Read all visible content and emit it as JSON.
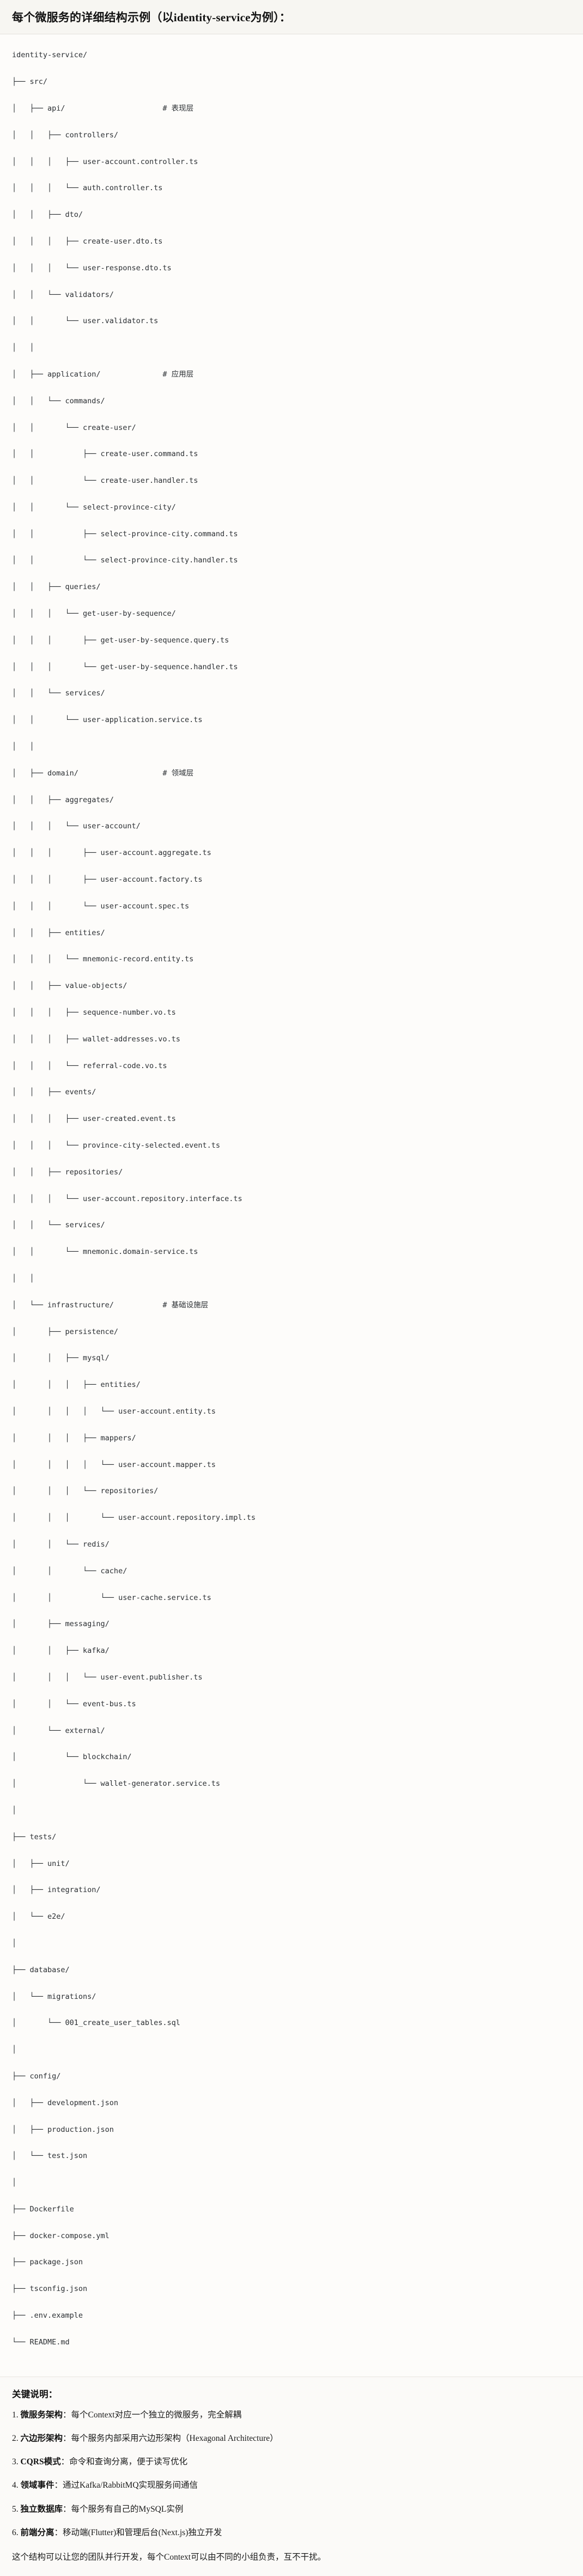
{
  "header": {
    "title": "每个微服务的详细结构示例（以identity-service为例）："
  },
  "tree": {
    "root_label": "identity-service/",
    "lines": [
      {
        "path": "identity-service/",
        "comment": ""
      },
      {
        "path": "├── src/",
        "comment": ""
      },
      {
        "path": "│   ├── api/",
        "comment": "# 表现层"
      },
      {
        "path": "│   │   ├── controllers/",
        "comment": ""
      },
      {
        "path": "│   │   │   ├── user-account.controller.ts",
        "comment": ""
      },
      {
        "path": "│   │   │   └── auth.controller.ts",
        "comment": ""
      },
      {
        "path": "│   │   ├── dto/",
        "comment": ""
      },
      {
        "path": "│   │   │   ├── create-user.dto.ts",
        "comment": ""
      },
      {
        "path": "│   │   │   └── user-response.dto.ts",
        "comment": ""
      },
      {
        "path": "│   │   └── validators/",
        "comment": ""
      },
      {
        "path": "│   │       └── user.validator.ts",
        "comment": ""
      },
      {
        "path": "│   │",
        "comment": ""
      },
      {
        "path": "│   ├── application/",
        "comment": "# 应用层"
      },
      {
        "path": "│   │   └── commands/",
        "comment": ""
      },
      {
        "path": "│   │       └── create-user/",
        "comment": ""
      },
      {
        "path": "│   │           ├── create-user.command.ts",
        "comment": ""
      },
      {
        "path": "│   │           └── create-user.handler.ts",
        "comment": ""
      },
      {
        "path": "│   │       └── select-province-city/",
        "comment": ""
      },
      {
        "path": "│   │           ├── select-province-city.command.ts",
        "comment": ""
      },
      {
        "path": "│   │           └── select-province-city.handler.ts",
        "comment": ""
      },
      {
        "path": "│   │   ├── queries/",
        "comment": ""
      },
      {
        "path": "│   │   │   └── get-user-by-sequence/",
        "comment": ""
      },
      {
        "path": "│   │   │       ├── get-user-by-sequence.query.ts",
        "comment": ""
      },
      {
        "path": "│   │   │       └── get-user-by-sequence.handler.ts",
        "comment": ""
      },
      {
        "path": "│   │   └── services/",
        "comment": ""
      },
      {
        "path": "│   │       └── user-application.service.ts",
        "comment": ""
      },
      {
        "path": "│   │",
        "comment": ""
      },
      {
        "path": "│   ├── domain/",
        "comment": "# 领域层"
      },
      {
        "path": "│   │   ├── aggregates/",
        "comment": ""
      },
      {
        "path": "│   │   │   └── user-account/",
        "comment": ""
      },
      {
        "path": "│   │   │       ├── user-account.aggregate.ts",
        "comment": ""
      },
      {
        "path": "│   │   │       ├── user-account.factory.ts",
        "comment": ""
      },
      {
        "path": "│   │   │       └── user-account.spec.ts",
        "comment": ""
      },
      {
        "path": "│   │   ├── entities/",
        "comment": ""
      },
      {
        "path": "│   │   │   └── mnemonic-record.entity.ts",
        "comment": ""
      },
      {
        "path": "│   │   ├── value-objects/",
        "comment": ""
      },
      {
        "path": "│   │   │   ├── sequence-number.vo.ts",
        "comment": ""
      },
      {
        "path": "│   │   │   ├── wallet-addresses.vo.ts",
        "comment": ""
      },
      {
        "path": "│   │   │   └── referral-code.vo.ts",
        "comment": ""
      },
      {
        "path": "│   │   ├── events/",
        "comment": ""
      },
      {
        "path": "│   │   │   ├── user-created.event.ts",
        "comment": ""
      },
      {
        "path": "│   │   │   └── province-city-selected.event.ts",
        "comment": ""
      },
      {
        "path": "│   │   ├── repositories/",
        "comment": ""
      },
      {
        "path": "│   │   │   └── user-account.repository.interface.ts",
        "comment": ""
      },
      {
        "path": "│   │   └── services/",
        "comment": ""
      },
      {
        "path": "│   │       └── mnemonic.domain-service.ts",
        "comment": ""
      },
      {
        "path": "│   │",
        "comment": ""
      },
      {
        "path": "│   └── infrastructure/",
        "comment": "# 基础设施层"
      },
      {
        "path": "│       ├── persistence/",
        "comment": ""
      },
      {
        "path": "│       │   ├── mysql/",
        "comment": ""
      },
      {
        "path": "│       │   │   ├── entities/",
        "comment": ""
      },
      {
        "path": "│       │   │   │   └── user-account.entity.ts",
        "comment": ""
      },
      {
        "path": "│       │   │   ├── mappers/",
        "comment": ""
      },
      {
        "path": "│       │   │   │   └── user-account.mapper.ts",
        "comment": ""
      },
      {
        "path": "│       │   │   └── repositories/",
        "comment": ""
      },
      {
        "path": "│       │   │       └── user-account.repository.impl.ts",
        "comment": ""
      },
      {
        "path": "│       │   └── redis/",
        "comment": ""
      },
      {
        "path": "│       │       └── cache/",
        "comment": ""
      },
      {
        "path": "│       │           └── user-cache.service.ts",
        "comment": ""
      },
      {
        "path": "│       ├── messaging/",
        "comment": ""
      },
      {
        "path": "│       │   ├── kafka/",
        "comment": ""
      },
      {
        "path": "│       │   │   └── user-event.publisher.ts",
        "comment": ""
      },
      {
        "path": "│       │   └── event-bus.ts",
        "comment": ""
      },
      {
        "path": "│       └── external/",
        "comment": ""
      },
      {
        "path": "│           └── blockchain/",
        "comment": ""
      },
      {
        "path": "│               └── wallet-generator.service.ts",
        "comment": ""
      },
      {
        "path": "│",
        "comment": ""
      },
      {
        "path": "├── tests/",
        "comment": ""
      },
      {
        "path": "│   ├── unit/",
        "comment": ""
      },
      {
        "path": "│   ├── integration/",
        "comment": ""
      },
      {
        "path": "│   └── e2e/",
        "comment": ""
      },
      {
        "path": "│",
        "comment": ""
      },
      {
        "path": "├── database/",
        "comment": ""
      },
      {
        "path": "│   └── migrations/",
        "comment": ""
      },
      {
        "path": "│       └── 001_create_user_tables.sql",
        "comment": ""
      },
      {
        "path": "│",
        "comment": ""
      },
      {
        "path": "├── config/",
        "comment": ""
      },
      {
        "path": "│   ├── development.json",
        "comment": ""
      },
      {
        "path": "│   ├── production.json",
        "comment": ""
      },
      {
        "path": "│   └── test.json",
        "comment": ""
      },
      {
        "path": "│",
        "comment": ""
      },
      {
        "path": "├── Dockerfile",
        "comment": ""
      },
      {
        "path": "├── docker-compose.yml",
        "comment": ""
      },
      {
        "path": "├── package.json",
        "comment": ""
      },
      {
        "path": "├── tsconfig.json",
        "comment": ""
      },
      {
        "path": "├── .env.example",
        "comment": ""
      },
      {
        "path": "└── README.md",
        "comment": ""
      }
    ]
  },
  "notes": {
    "heading": "关键说明：",
    "items": [
      {
        "num": "1.",
        "term": "微服务架构",
        "sep": "：",
        "desc": "每个Context对应一个独立的微服务，完全解耦"
      },
      {
        "num": "2.",
        "term": "六边形架构",
        "sep": "：",
        "desc": "每个服务内部采用六边形架构（Hexagonal Architecture）"
      },
      {
        "num": "3.",
        "term": "CQRS模式",
        "sep": "：",
        "desc": "命令和查询分离，便于读写优化"
      },
      {
        "num": "4.",
        "term": "领域事件",
        "sep": "：",
        "desc": "通过Kafka/RabbitMQ实现服务间通信"
      },
      {
        "num": "5.",
        "term": "独立数据库",
        "sep": "：",
        "desc": "每个服务有自己的MySQL实例"
      },
      {
        "num": "6.",
        "term": "前端分离",
        "sep": "：",
        "desc": "移动端(Flutter)和管理后台(Next.js)独立开发"
      }
    ],
    "closing": "这个结构可以让您的团队并行开发，每个Context可以由不同的小组负责，互不干扰。"
  },
  "colors": {
    "page_bg": "#fbfaf8",
    "header_bg": "#f7f6f2",
    "tree_bg": "#fdfcfa",
    "text": "#1a1a1a",
    "tree_text": "#2b2f33",
    "rule": "#e3e1dc"
  }
}
